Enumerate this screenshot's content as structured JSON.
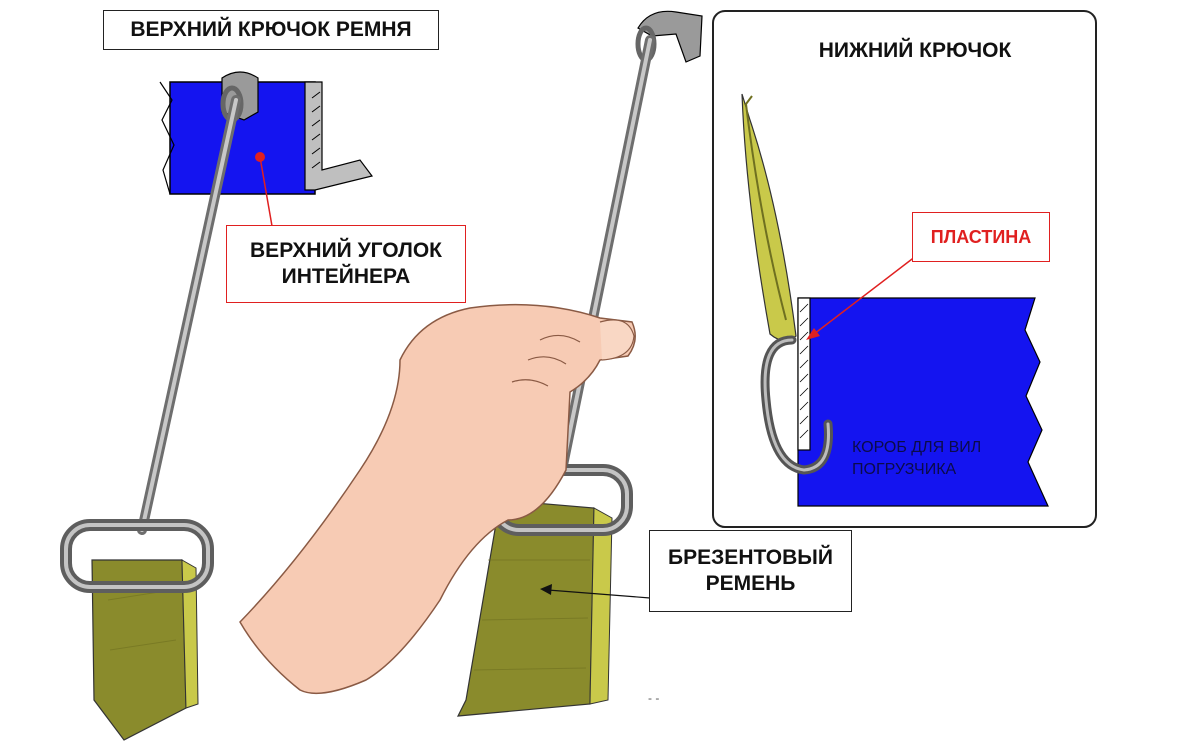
{
  "labels": {
    "upper_hook": "ВЕРХНИЙ КРЮЧОК РЕМНЯ",
    "upper_corner_line1": "ВЕРХНИЙ УГОЛОК",
    "upper_corner_line2": "ИНТЕЙНЕРА",
    "lower_hook": "НИЖНИЙ КРЮЧОК",
    "plate": "ПЛАСТИНА",
    "forklift_pocket_line1": "КОРОБ ДЛЯ ВИЛ",
    "forklift_pocket_line2": "ПОГРУЗЧИКА",
    "canvas_strap_line1": "БРЕЗЕНТОВЫЙ",
    "canvas_strap_line2": "РЕМЕНЬ"
  },
  "colors": {
    "container_blue": "#1414f0",
    "strap_olive": "#8a8b2c",
    "strap_highlight": "#c9c94a",
    "metal_gray": "#8f8f8f",
    "skin": "#f7cbb4",
    "callout_red": "#e02020"
  }
}
